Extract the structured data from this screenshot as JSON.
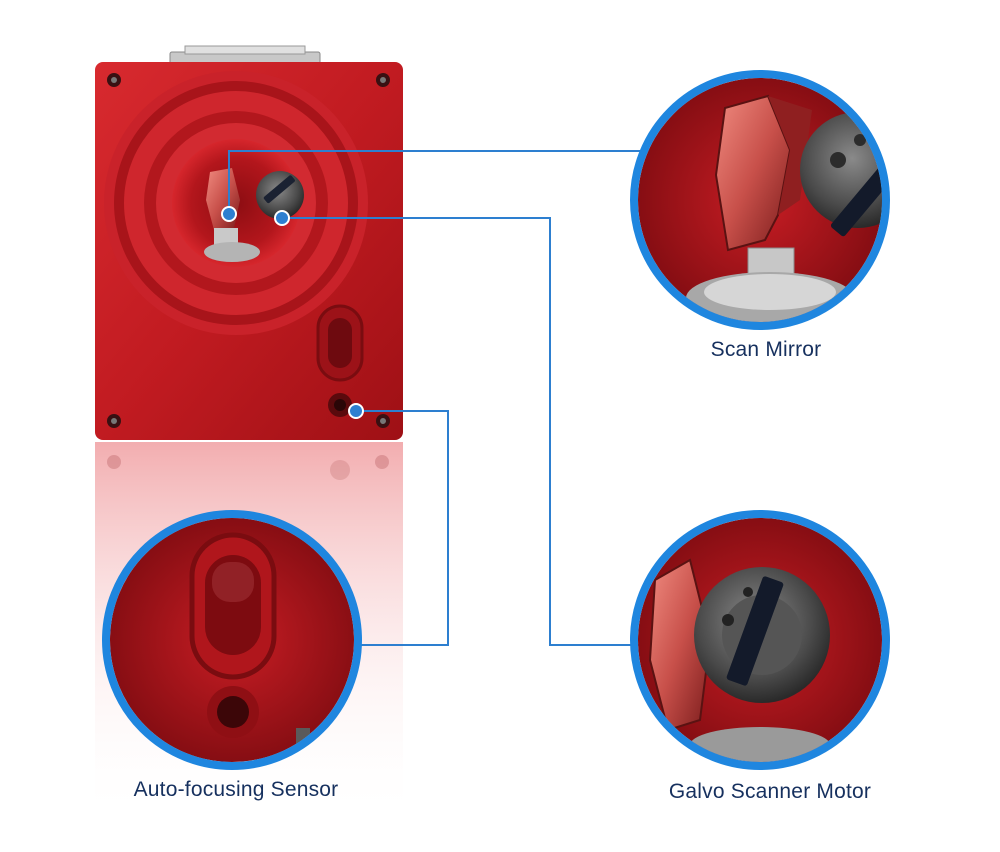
{
  "labels": {
    "scan_mirror": "Scan Mirror",
    "galvo_scanner_motor": "Galvo Scanner Motor",
    "auto_focusing_sensor": "Auto-focusing Sensor"
  },
  "colors": {
    "housing_red": "#c41e24",
    "housing_dark": "#7a0c10",
    "callout_blue": "#2d7fd0",
    "ring_blue": "#1f86df",
    "label_navy": "#16305e",
    "background": "#ffffff"
  },
  "icons": {
    "device": "galvo-scan-head",
    "callout_marker": "blue-dot-marker"
  }
}
